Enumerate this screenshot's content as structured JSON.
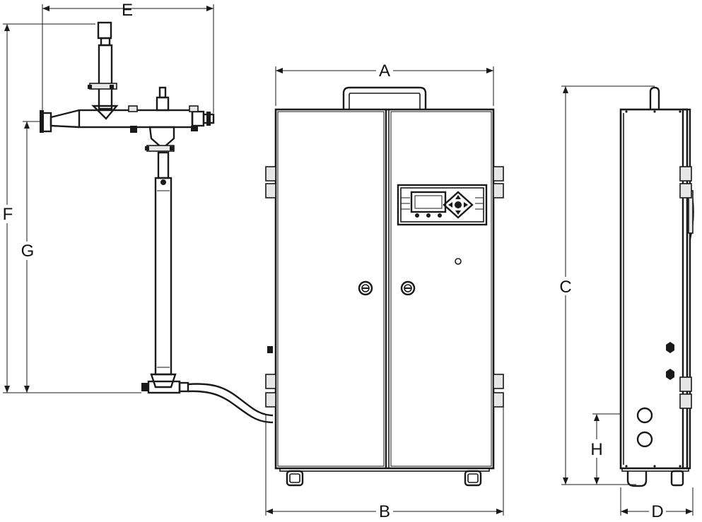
{
  "dimensions": {
    "A": "A",
    "B": "B",
    "C": "C",
    "D": "D",
    "E": "E",
    "F": "F",
    "G": "G",
    "H": "H"
  },
  "colors": {
    "line": "#1a1a1a",
    "background": "#ffffff",
    "fill_light": "#e6e6e6"
  }
}
